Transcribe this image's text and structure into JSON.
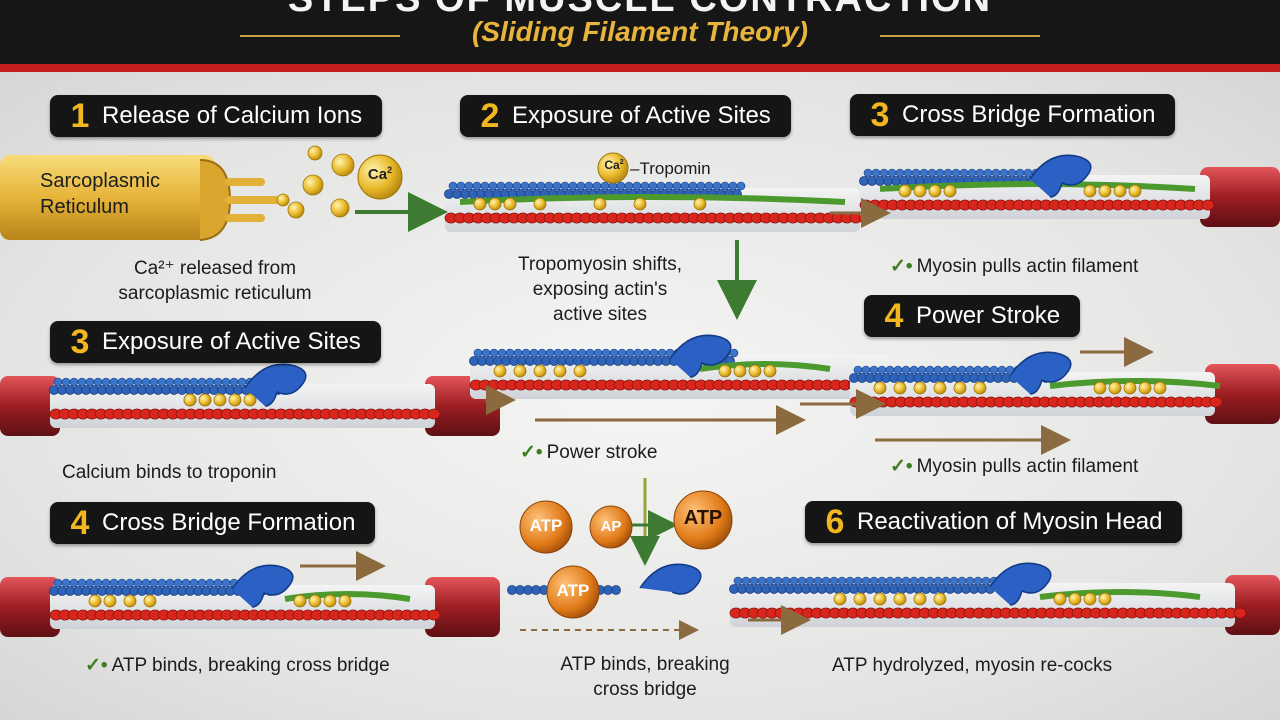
{
  "header": {
    "title": "STEPS OF MUSCLE CONTRACTION",
    "subtitle": "(Sliding Filament Theory)"
  },
  "steps": {
    "s1": {
      "num": "1",
      "label": "Release of Calcium Ions"
    },
    "s2": {
      "num": "2",
      "label": "Exposure of Active Sites"
    },
    "s3a": {
      "num": "3",
      "label": "Cross Bridge Formation"
    },
    "s3b": {
      "num": "3",
      "label": "Exposure of Active Sites"
    },
    "s4a": {
      "num": "4",
      "label": "Power Stroke"
    },
    "s4b": {
      "num": "4",
      "label": "Cross Bridge Formation"
    },
    "s6": {
      "num": "6",
      "label": "Reactivation of Myosin Head"
    }
  },
  "labels": {
    "sr": "Sarcoplasmic\nReticulum",
    "ca_small": "Ca",
    "ca_sup": "2",
    "troponin": "–Tropomin",
    "atp": "ATP",
    "ap": "AP"
  },
  "captions": {
    "c1": "Ca²⁺ released from\nsarcoplasmic reticulum",
    "c2": "Tropomyosin shifts,\nexposing actin's\nactive sites",
    "c3a": "Myosin pulls actin filament",
    "c3b": "Calcium binds to troponin",
    "c_mid": "Power stroke",
    "c4a": "Myosin pulls actin filament",
    "c4b": "ATP binds, breaking cross bridge",
    "c_mid2": "ATP binds, breaking\ncross bridge",
    "c6": "ATP hydrolyzed, myosin re-cocks"
  },
  "colors": {
    "badge_bg": "#151515",
    "badge_num": "#f2b61f",
    "actin": "#d9261c",
    "myosin": "#2f63b8",
    "troponin": "#f0c228",
    "tropomyosin": "#4c9a2e",
    "arrow": "#8a6a3e",
    "green_arrow": "#3d7a32",
    "atp": "#e7831f"
  }
}
